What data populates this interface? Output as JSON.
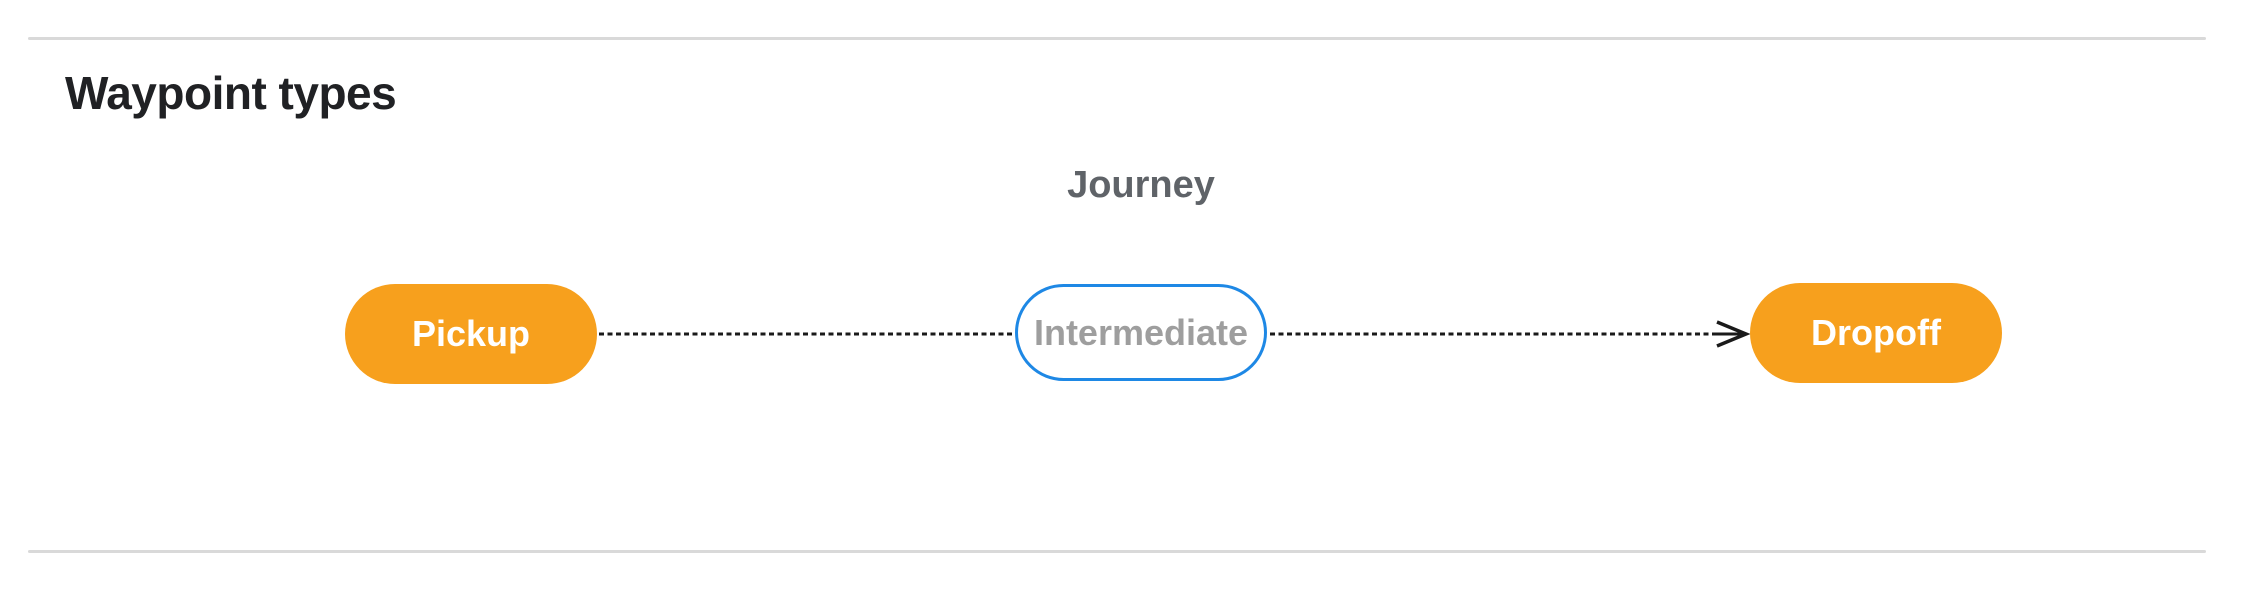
{
  "section": {
    "title": "Waypoint types"
  },
  "diagram": {
    "journey_label": "Journey",
    "nodes": [
      {
        "id": "pickup",
        "label": "Pickup",
        "style": "filled"
      },
      {
        "id": "intermediate",
        "label": "Intermediate",
        "style": "outlined"
      },
      {
        "id": "dropoff",
        "label": "Dropoff",
        "style": "filled"
      }
    ],
    "edges": [
      {
        "from": "pickup",
        "to": "intermediate",
        "line": "dashed",
        "arrowhead": false
      },
      {
        "from": "intermediate",
        "to": "dropoff",
        "line": "dashed",
        "arrowhead": true
      }
    ]
  },
  "colors": {
    "page_bg": "#ffffff",
    "divider": "#d9d9d9",
    "title_color": "#202124",
    "journey_color": "#5f6368",
    "connector_color": "#1a1a1a",
    "node_fill": "#f7a01d",
    "node_filled_text": "#ffffff",
    "node_outline": "#1e88e5",
    "node_outlined_text": "#9e9e9e"
  }
}
